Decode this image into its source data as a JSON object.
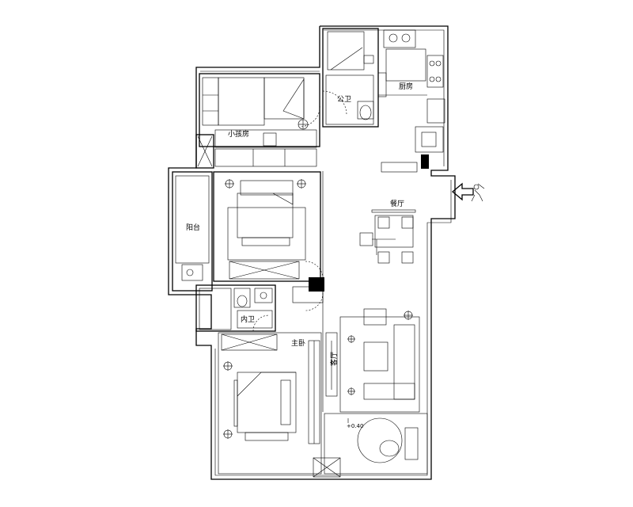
{
  "rooms": {
    "kid_room": "小孩房",
    "kitchen": "厨房",
    "public_bath": "公卫",
    "balcony": "阳台",
    "dining": "餐厅",
    "en_suite_bath": "内卫",
    "master_bedroom": "主卧",
    "living_room": "客厅"
  },
  "annotations": {
    "level_mark": "+0.40"
  },
  "icons": {
    "entry": "entrance-arrow-icon"
  }
}
